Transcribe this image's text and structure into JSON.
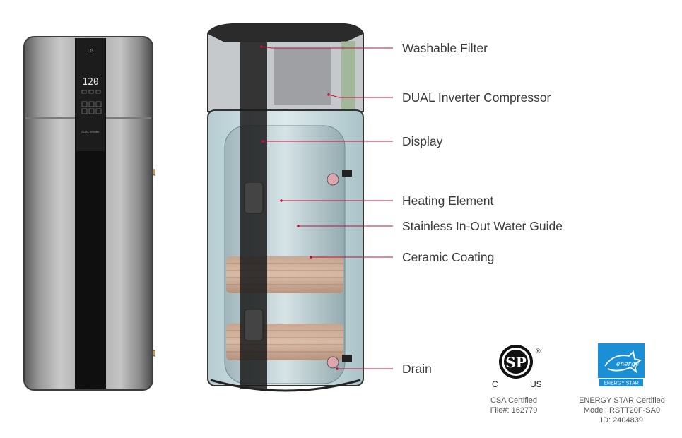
{
  "product": {
    "display_reading": "120",
    "badge_text": "DUAL Inverter"
  },
  "callouts": [
    {
      "label": "Washable Filter"
    },
    {
      "label": "DUAL Inverter Compressor"
    },
    {
      "label": "Display"
    },
    {
      "label": "Heating Element"
    },
    {
      "label": "Stainless In-Out Water Guide"
    },
    {
      "label": "Ceramic Coating"
    },
    {
      "label": "Drain"
    }
  ],
  "certifications": {
    "csa": {
      "logo_text": "SP",
      "mark_left": "C",
      "mark_right": "US",
      "line1": "CSA Certified",
      "line2": "File#: 162779"
    },
    "energy_star": {
      "logo_text": "ENERGY STAR",
      "line1": "ENERGY STAR Certified",
      "line2": "Model: RSTT20F-SA0",
      "line3": "ID: 2404839"
    }
  },
  "colors": {
    "callout_line": "#c2103c",
    "energy_star_blue": "#1a8fd6"
  }
}
